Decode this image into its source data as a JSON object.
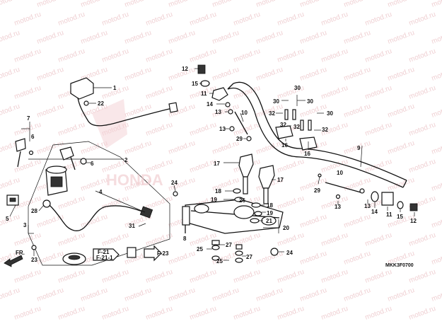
{
  "watermark": "motod.ru",
  "diagram_code": "MKK3F0700",
  "callouts": [
    {
      "id": "c1",
      "text": "1"
    },
    {
      "id": "c2",
      "text": "2"
    },
    {
      "id": "c3",
      "text": "3"
    },
    {
      "id": "c4",
      "text": "4"
    },
    {
      "id": "c5",
      "text": "5"
    },
    {
      "id": "c6a",
      "text": "6"
    },
    {
      "id": "c6b",
      "text": "6"
    },
    {
      "id": "c7",
      "text": "7"
    },
    {
      "id": "c8",
      "text": "8"
    },
    {
      "id": "c9",
      "text": "9"
    },
    {
      "id": "c10a",
      "text": "10"
    },
    {
      "id": "c10b",
      "text": "10"
    },
    {
      "id": "c11a",
      "text": "11"
    },
    {
      "id": "c11b",
      "text": "11"
    },
    {
      "id": "c12a",
      "text": "12"
    },
    {
      "id": "c12b",
      "text": "12"
    },
    {
      "id": "c13a",
      "text": "13"
    },
    {
      "id": "c13b",
      "text": "13"
    },
    {
      "id": "c13c",
      "text": "13"
    },
    {
      "id": "c13d",
      "text": "13"
    },
    {
      "id": "c14a",
      "text": "14"
    },
    {
      "id": "c14b",
      "text": "14"
    },
    {
      "id": "c15a",
      "text": "15"
    },
    {
      "id": "c15b",
      "text": "15"
    },
    {
      "id": "c16a",
      "text": "16"
    },
    {
      "id": "c16b",
      "text": "16"
    },
    {
      "id": "c17a",
      "text": "17"
    },
    {
      "id": "c17b",
      "text": "17"
    },
    {
      "id": "c18a",
      "text": "18"
    },
    {
      "id": "c18b",
      "text": "18"
    },
    {
      "id": "c19a",
      "text": "19"
    },
    {
      "id": "c19b",
      "text": "19"
    },
    {
      "id": "c20",
      "text": "20"
    },
    {
      "id": "c21",
      "text": "21"
    },
    {
      "id": "c22",
      "text": "22"
    },
    {
      "id": "c23",
      "text": "23"
    },
    {
      "id": "c24a",
      "text": "24"
    },
    {
      "id": "c24b",
      "text": "24"
    },
    {
      "id": "c25a",
      "text": "25"
    },
    {
      "id": "c25b",
      "text": "25"
    },
    {
      "id": "c26",
      "text": "26"
    },
    {
      "id": "c27a",
      "text": "27"
    },
    {
      "id": "c27b",
      "text": "27"
    },
    {
      "id": "c28",
      "text": "28"
    },
    {
      "id": "c29a",
      "text": "29"
    },
    {
      "id": "c29b",
      "text": "29"
    },
    {
      "id": "c30a",
      "text": "30"
    },
    {
      "id": "c30b",
      "text": "30"
    },
    {
      "id": "c30c",
      "text": "30"
    },
    {
      "id": "c30d",
      "text": "30"
    },
    {
      "id": "c31",
      "text": "31"
    },
    {
      "id": "c32a",
      "text": "32"
    },
    {
      "id": "c32b",
      "text": "32"
    },
    {
      "id": "c32c",
      "text": "32"
    },
    {
      "id": "c32d",
      "text": "32"
    }
  ],
  "references": {
    "f21": "F-21",
    "f211": "F-21-1",
    "f23": "F-23",
    "fr": "FR."
  }
}
